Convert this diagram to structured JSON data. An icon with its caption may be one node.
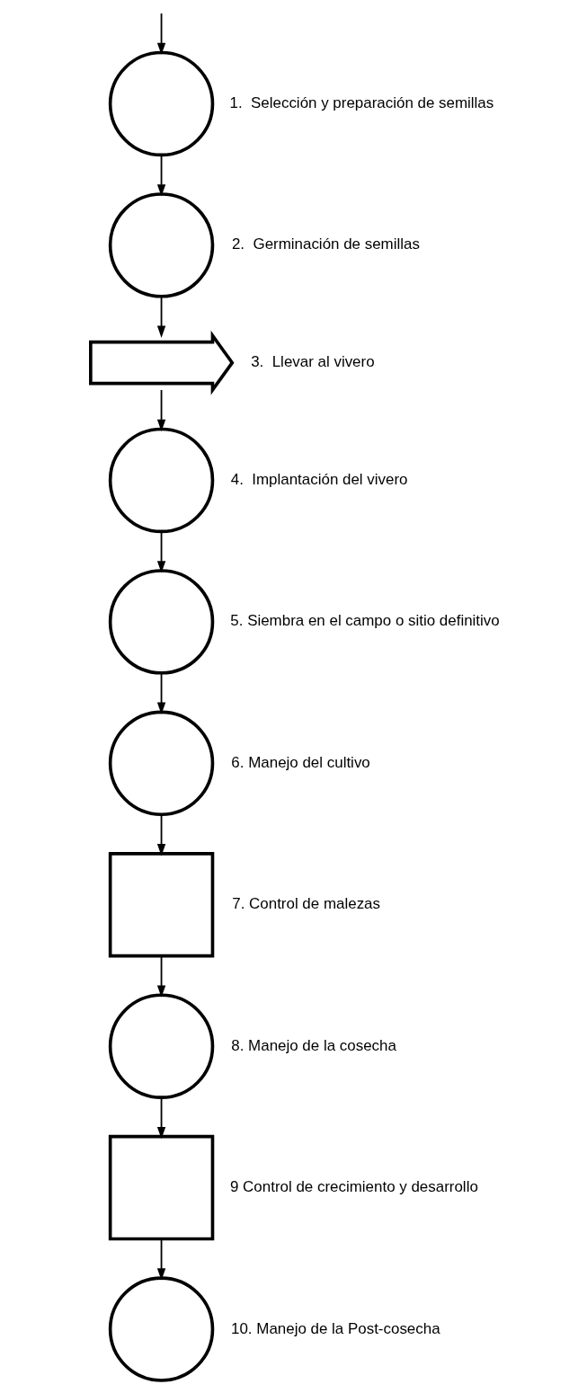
{
  "diagram": {
    "nodes": [
      {
        "text": [],
        "shape": "circle",
        "beside": [
          "1.  Selección y preparación de semillas"
        ]
      },
      {
        "text": [],
        "shape": "circle",
        "beside": [
          "2.  Germinación de semillas"
        ]
      },
      {
        "text": [],
        "shape": "arrow",
        "beside": [
          "3.  Llevar al vivero"
        ]
      },
      {
        "text": [],
        "shape": "circle",
        "beside": [
          "4.  Implantación del vivero"
        ]
      },
      {
        "text": [],
        "shape": "circle",
        "beside": [
          "5. Siembra en el campo o sitio definitivo"
        ]
      },
      {
        "text": [],
        "shape": "circle",
        "beside": [
          "6. Manejo del cultivo"
        ]
      },
      {
        "text": [],
        "shape": "box",
        "beside": [
          "7. Control de malezas"
        ]
      },
      {
        "text": [],
        "shape": "circle",
        "beside": [
          "8. Manejo de la cosecha"
        ]
      },
      {
        "text": [],
        "shape": "box",
        "beside": [
          "9 Control de crecimiento y desarrollo"
        ]
      },
      {
        "text": [],
        "shape": "circle",
        "beside": [
          "10. Manejo de la Post-cosecha"
        ]
      }
    ],
    "edges": [
      {
        "from": null,
        "to": 0,
        "arrow": "to"
      },
      {
        "from": 0,
        "to": 1,
        "arrow": "to"
      },
      {
        "from": 1,
        "to": 2,
        "arrow": "to"
      },
      {
        "from": 2,
        "to": 3,
        "arrow": "to"
      },
      {
        "from": 3,
        "to": 4,
        "arrow": "to"
      },
      {
        "from": 4,
        "to": 5,
        "arrow": "to"
      },
      {
        "from": 5,
        "to": 6,
        "arrow": "to"
      },
      {
        "from": 6,
        "to": 7,
        "arrow": "to"
      },
      {
        "from": 7,
        "to": 8,
        "arrow": "to"
      },
      {
        "from": 8,
        "to": 9,
        "arrow": "to"
      }
    ]
  }
}
